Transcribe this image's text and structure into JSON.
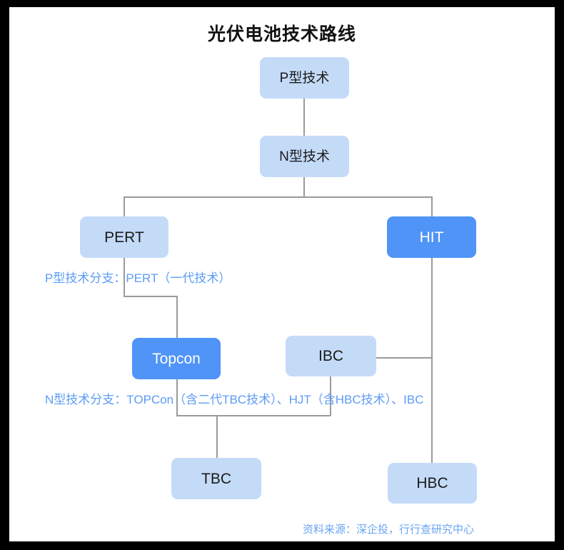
{
  "page": {
    "title": "光伏电池技术路线",
    "background_color": "#ffffff",
    "frame_color": "#000000"
  },
  "palette": {
    "light_box": "#c4dbf8",
    "dark_box": "#4f94f6",
    "line": "#9a9a9a",
    "annotation_text": "#5d9cf5",
    "source_text": "#6aa5f2",
    "dark_box_text": "#ffffff",
    "light_box_text": "#1a1a1a"
  },
  "nodes": {
    "p_type": {
      "label": "P型技术",
      "style": "light"
    },
    "n_type": {
      "label": "N型技术",
      "style": "light"
    },
    "pert": {
      "label": "PERT",
      "style": "light"
    },
    "hit": {
      "label": "HIT",
      "style": "dark"
    },
    "topcon": {
      "label": "Topcon",
      "style": "dark"
    },
    "ibc": {
      "label": "IBC",
      "style": "light"
    },
    "tbc": {
      "label": "TBC",
      "style": "light"
    },
    "hbc": {
      "label": "HBC",
      "style": "light"
    }
  },
  "annotations": {
    "p_branch": "P型技术分支：PERT（一代技术）",
    "n_branch": "N型技术分支：TOPCon（含二代TBC技术）、HJT（含HBC技术）、IBC"
  },
  "footer": {
    "source": "资料来源：深企投，行行查研究中心"
  },
  "chart_data": {
    "type": "diagram",
    "title": "光伏电池技术路线",
    "nodes": [
      {
        "id": "p_type",
        "label": "P型技术",
        "level": 0,
        "emphasis": false
      },
      {
        "id": "n_type",
        "label": "N型技术",
        "level": 1,
        "emphasis": false
      },
      {
        "id": "pert",
        "label": "PERT",
        "level": 2,
        "emphasis": false
      },
      {
        "id": "hit",
        "label": "HIT",
        "level": 2,
        "emphasis": true
      },
      {
        "id": "topcon",
        "label": "Topcon",
        "level": 3,
        "emphasis": true
      },
      {
        "id": "ibc",
        "label": "IBC",
        "level": 3,
        "emphasis": false
      },
      {
        "id": "tbc",
        "label": "TBC",
        "level": 4,
        "emphasis": false
      },
      {
        "id": "hbc",
        "label": "HBC",
        "level": 4,
        "emphasis": false
      }
    ],
    "edges": [
      {
        "from": "p_type",
        "to": "n_type"
      },
      {
        "from": "n_type",
        "to": "pert"
      },
      {
        "from": "n_type",
        "to": "hit"
      },
      {
        "from": "pert",
        "to": "topcon"
      },
      {
        "from": "hit",
        "to": "ibc"
      },
      {
        "from": "topcon",
        "to": "tbc"
      },
      {
        "from": "ibc",
        "to": "tbc"
      },
      {
        "from": "hit",
        "to": "hbc"
      }
    ],
    "notes": [
      "P型技术分支：PERT（一代技术）",
      "N型技术分支：TOPCon（含二代TBC技术）、HJT（含HBC技术）、IBC"
    ],
    "source": "资料来源：深企投，行行查研究中心"
  }
}
